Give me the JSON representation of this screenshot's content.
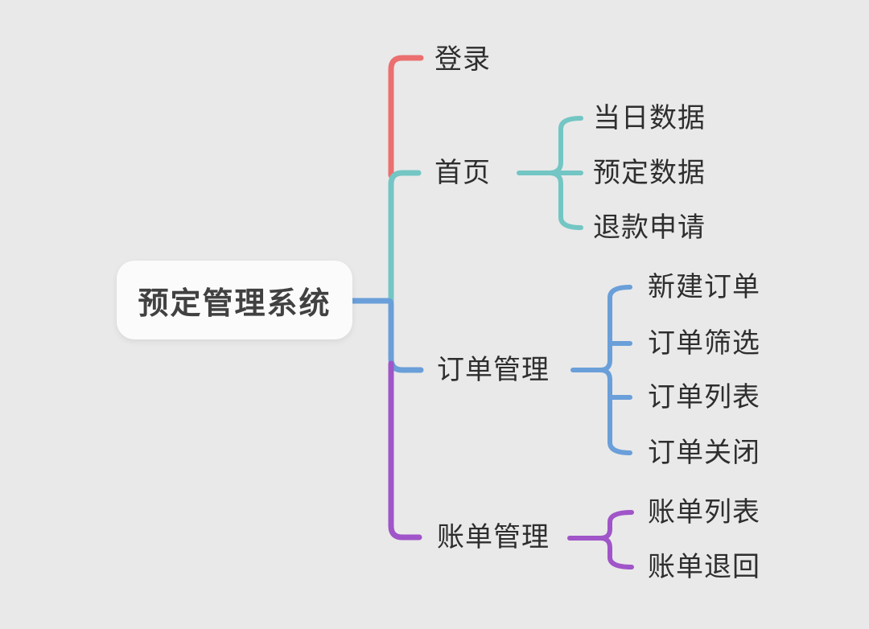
{
  "canvas": {
    "background": "#E9E9E9"
  },
  "colors": {
    "login_branch": "#EC6F6F",
    "home_branch": "#73C6C4",
    "order_branch": "#6A9FD9",
    "bill_branch": "#A055C8",
    "node_text": "#2E2E2E",
    "root_text": "#414141",
    "root_background": "#FBFBFB"
  },
  "mindmap": {
    "root": {
      "label": "预定管理系统"
    },
    "branches": [
      {
        "label": "登录",
        "color": "#EC6F6F",
        "children": []
      },
      {
        "label": "首页",
        "color": "#73C6C4",
        "children": [
          {
            "label": "当日数据"
          },
          {
            "label": "预定数据"
          },
          {
            "label": "退款申请"
          }
        ]
      },
      {
        "label": "订单管理",
        "color": "#6A9FD9",
        "children": [
          {
            "label": "新建订单"
          },
          {
            "label": "订单筛选"
          },
          {
            "label": "订单列表"
          },
          {
            "label": "订单关闭"
          }
        ]
      },
      {
        "label": "账单管理",
        "color": "#A055C8",
        "children": [
          {
            "label": "账单列表"
          },
          {
            "label": "账单退回"
          }
        ]
      }
    ]
  }
}
